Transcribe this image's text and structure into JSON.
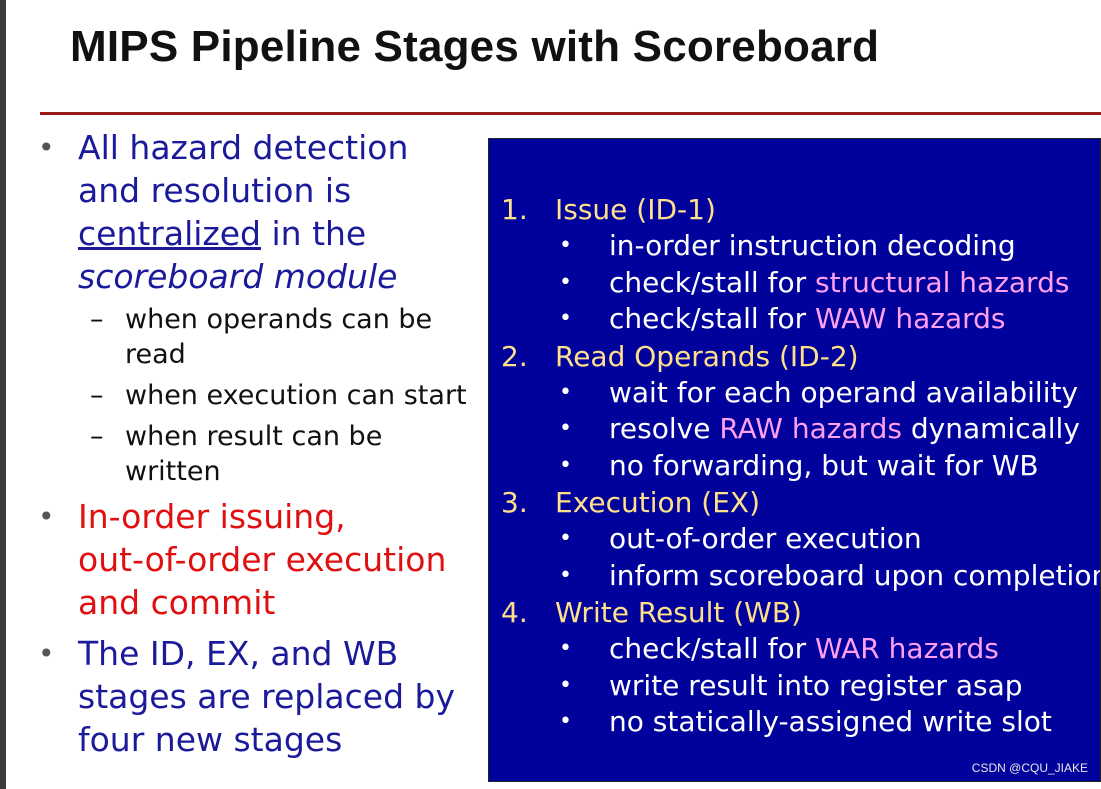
{
  "title": "MIPS Pipeline Stages with Scoreboard",
  "left": {
    "bullet1": {
      "line1": "All hazard detection",
      "line2": "and resolution is",
      "line3_underlined": "centralized",
      "line3_rest": " in the",
      "line4_italic": "scoreboard module"
    },
    "sub": [
      {
        "line1": "when operands can be",
        "line2": "read"
      },
      {
        "line1": "when execution can start"
      },
      {
        "line1": "when result can be",
        "line2": "written"
      }
    ],
    "bullet2": [
      "In-order issuing,",
      "out-of-order execution",
      "and commit"
    ],
    "bullet3": [
      "The ID, EX, and WB",
      "stages are replaced by",
      "four new stages"
    ]
  },
  "panel": {
    "steps": [
      {
        "num": "1.",
        "label": "Issue (ID-1)",
        "items": [
          {
            "pre": "in-order instruction decoding",
            "hl": "",
            "post": ""
          },
          {
            "pre": "check/stall for ",
            "hl": "structural hazards",
            "post": ""
          },
          {
            "pre": "check/stall for ",
            "hl": "WAW hazards",
            "post": ""
          }
        ]
      },
      {
        "num": "2.",
        "label": "Read Operands (ID-2)",
        "items": [
          {
            "pre": "wait for each operand availability",
            "hl": "",
            "post": ""
          },
          {
            "pre": "resolve ",
            "hl": "RAW hazards",
            "post": " dynamically"
          },
          {
            "pre": "no forwarding, but wait for WB",
            "hl": "",
            "post": ""
          }
        ]
      },
      {
        "num": "3.",
        "label": "Execution (EX)",
        "items": [
          {
            "pre": "out-of-order execution",
            "hl": "",
            "post": ""
          },
          {
            "pre": "inform scoreboard upon completion",
            "hl": "",
            "post": ""
          }
        ]
      },
      {
        "num": "4.",
        "label": "Write Result (WB)",
        "items": [
          {
            "pre": "check/stall for ",
            "hl": "WAR hazards",
            "post": ""
          },
          {
            "pre": "write result into register asap",
            "hl": "",
            "post": ""
          },
          {
            "pre": "no statically-assigned write slot",
            "hl": "",
            "post": ""
          }
        ]
      }
    ]
  },
  "watermark": "CSDN @CQU_JIAKE",
  "colors": {
    "panel_bg": "#01019b",
    "step_label": "#ffe08a",
    "highlight": "#ff9ff0",
    "left_blue": "#1a1a9a",
    "left_red": "#e01010",
    "rule": "#9b1b1b"
  }
}
